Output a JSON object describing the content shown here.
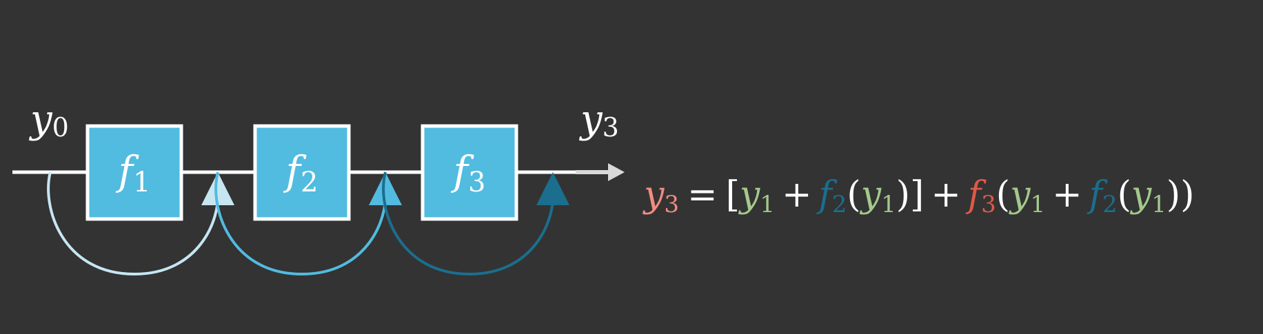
{
  "colors": {
    "background": "#333333",
    "line": "#ffffff",
    "block_fill": "#52bbe0",
    "block_stroke": "#ffffff",
    "skip_1": "#c6e6f2",
    "skip_2": "#52bbe0",
    "skip_3": "#1b6e8e",
    "output_arrow": "#d9d9d9",
    "eq_y3": "#f08c80",
    "eq_y1": "#a4c98c",
    "eq_f2": "#1b6e8e",
    "eq_f3": "#de5a46",
    "eq_ops": "#ffffff"
  },
  "diagram": {
    "input": {
      "base": "y",
      "sub": "0"
    },
    "output": {
      "base": "y",
      "sub": "3"
    },
    "blocks": [
      {
        "base": "f",
        "sub": "1"
      },
      {
        "base": "f",
        "sub": "2"
      },
      {
        "base": "f",
        "sub": "3"
      }
    ]
  },
  "equation": {
    "lhs": {
      "base": "y",
      "sub": "3"
    },
    "equals": "=",
    "open_bracket": "[",
    "close_bracket": "]",
    "plus": "+",
    "open_paren": "(",
    "close_paren": ")",
    "y1": {
      "base": "y",
      "sub": "1"
    },
    "f2": {
      "base": "f",
      "sub": "2"
    },
    "f3": {
      "base": "f",
      "sub": "3"
    }
  }
}
